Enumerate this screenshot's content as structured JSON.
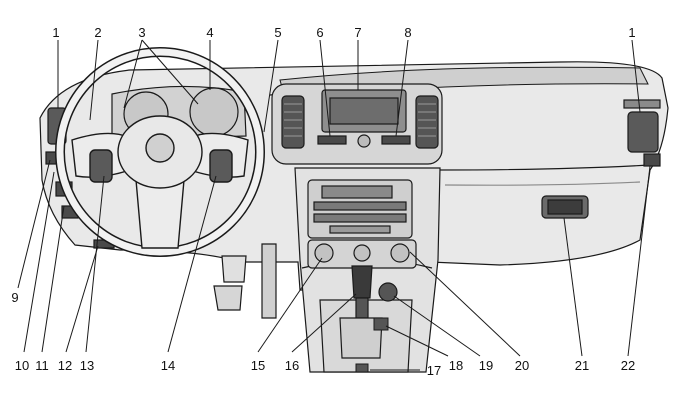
{
  "callouts": [
    {
      "id": "c1a",
      "label": "1"
    },
    {
      "id": "c2",
      "label": "2"
    },
    {
      "id": "c3",
      "label": "3"
    },
    {
      "id": "c4",
      "label": "4"
    },
    {
      "id": "c5",
      "label": "5"
    },
    {
      "id": "c6",
      "label": "6"
    },
    {
      "id": "c7",
      "label": "7"
    },
    {
      "id": "c8",
      "label": "8"
    },
    {
      "id": "c1b",
      "label": "1"
    },
    {
      "id": "c9",
      "label": "9"
    },
    {
      "id": "c10",
      "label": "10"
    },
    {
      "id": "c11",
      "label": "11"
    },
    {
      "id": "c12",
      "label": "12"
    },
    {
      "id": "c13",
      "label": "13"
    },
    {
      "id": "c14",
      "label": "14"
    },
    {
      "id": "c15",
      "label": "15"
    },
    {
      "id": "c16",
      "label": "16"
    },
    {
      "id": "c17",
      "label": "17"
    },
    {
      "id": "c18",
      "label": "18"
    },
    {
      "id": "c19",
      "label": "19"
    },
    {
      "id": "c20",
      "label": "20"
    },
    {
      "id": "c21",
      "label": "21"
    },
    {
      "id": "c22",
      "label": "22"
    }
  ],
  "colors": {
    "line": "#1a1a1a",
    "dash_fill": "#e9e9e9",
    "dark": "#6f6f6f",
    "darker": "#3c3c3c",
    "mid": "#bdbdbd"
  }
}
